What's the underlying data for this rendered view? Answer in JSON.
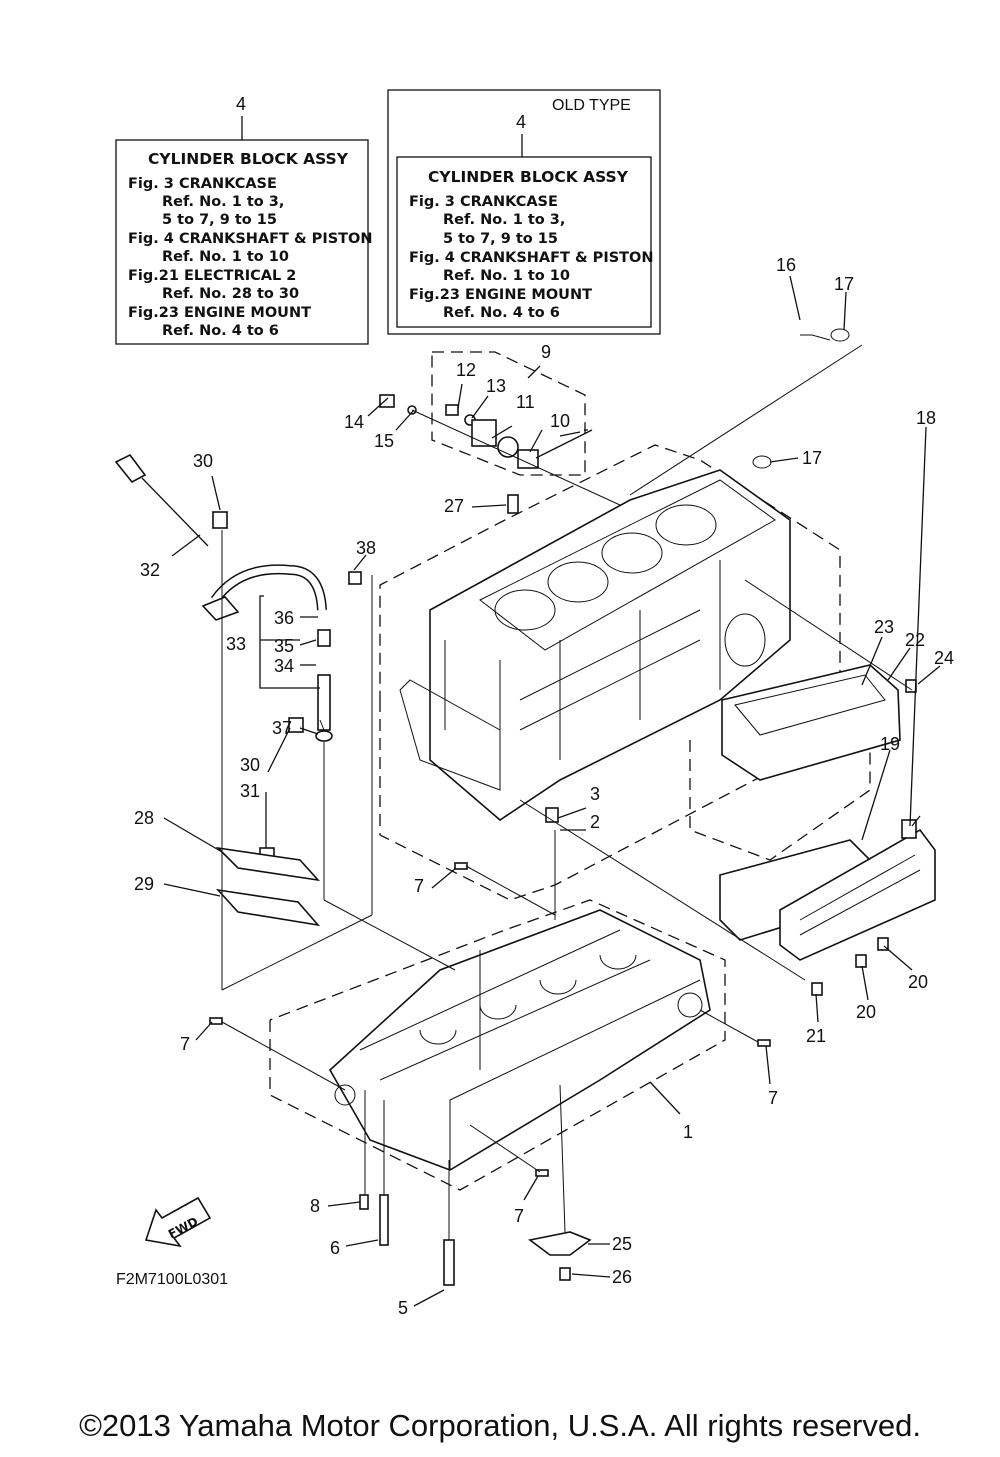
{
  "box_new": {
    "ref": "4",
    "title": "CYLINDER BLOCK ASSY",
    "lines": [
      "Fig.  3 CRANKCASE",
      "Ref. No. 1 to 3,",
      "5 to 7, 9 to 15",
      "Fig.  4 CRANKSHAFT & PISTON",
      "Ref. No. 1 to 10",
      "Fig.21 ELECTRICAL 2",
      "Ref. No. 28 to 30",
      "Fig.23 ENGINE MOUNT",
      "Ref. No. 4 to 6"
    ]
  },
  "box_old": {
    "header": "OLD TYPE",
    "ref": "4",
    "title": "CYLINDER BLOCK ASSY",
    "lines": [
      "Fig.  3 CRANKCASE",
      "Ref. No. 1 to 3,",
      "5 to 7, 9 to 15",
      "Fig.  4 CRANKSHAFT & PISTON",
      "Ref. No. 1 to 10",
      "Fig.23 ENGINE MOUNT",
      "Ref. No. 4 to 6"
    ]
  },
  "callouts": {
    "c1": "1",
    "c2": "2",
    "c3": "3",
    "c5": "5",
    "c6": "6",
    "c7a": "7",
    "c7b": "7",
    "c7c": "7",
    "c7d": "7",
    "c8": "8",
    "c9": "9",
    "c10": "10",
    "c11": "11",
    "c12": "12",
    "c13": "13",
    "c14": "14",
    "c15": "15",
    "c16": "16",
    "c17a": "17",
    "c17b": "17",
    "c18": "18",
    "c19": "19",
    "c20a": "20",
    "c20b": "20",
    "c21": "21",
    "c22": "22",
    "c23": "23",
    "c24": "24",
    "c25": "25",
    "c26": "26",
    "c27": "27",
    "c28": "28",
    "c29": "29",
    "c30a": "30",
    "c30b": "30",
    "c31": "31",
    "c32": "32",
    "c33": "33",
    "c34": "34",
    "c35": "35",
    "c36": "36",
    "c37": "37",
    "c38": "38"
  },
  "fwd_label": "FWD",
  "figure_code": "F2M7100L0301",
  "copyright": "©2013 Yamaha Motor Corporation, U.S.A. All rights reserved."
}
